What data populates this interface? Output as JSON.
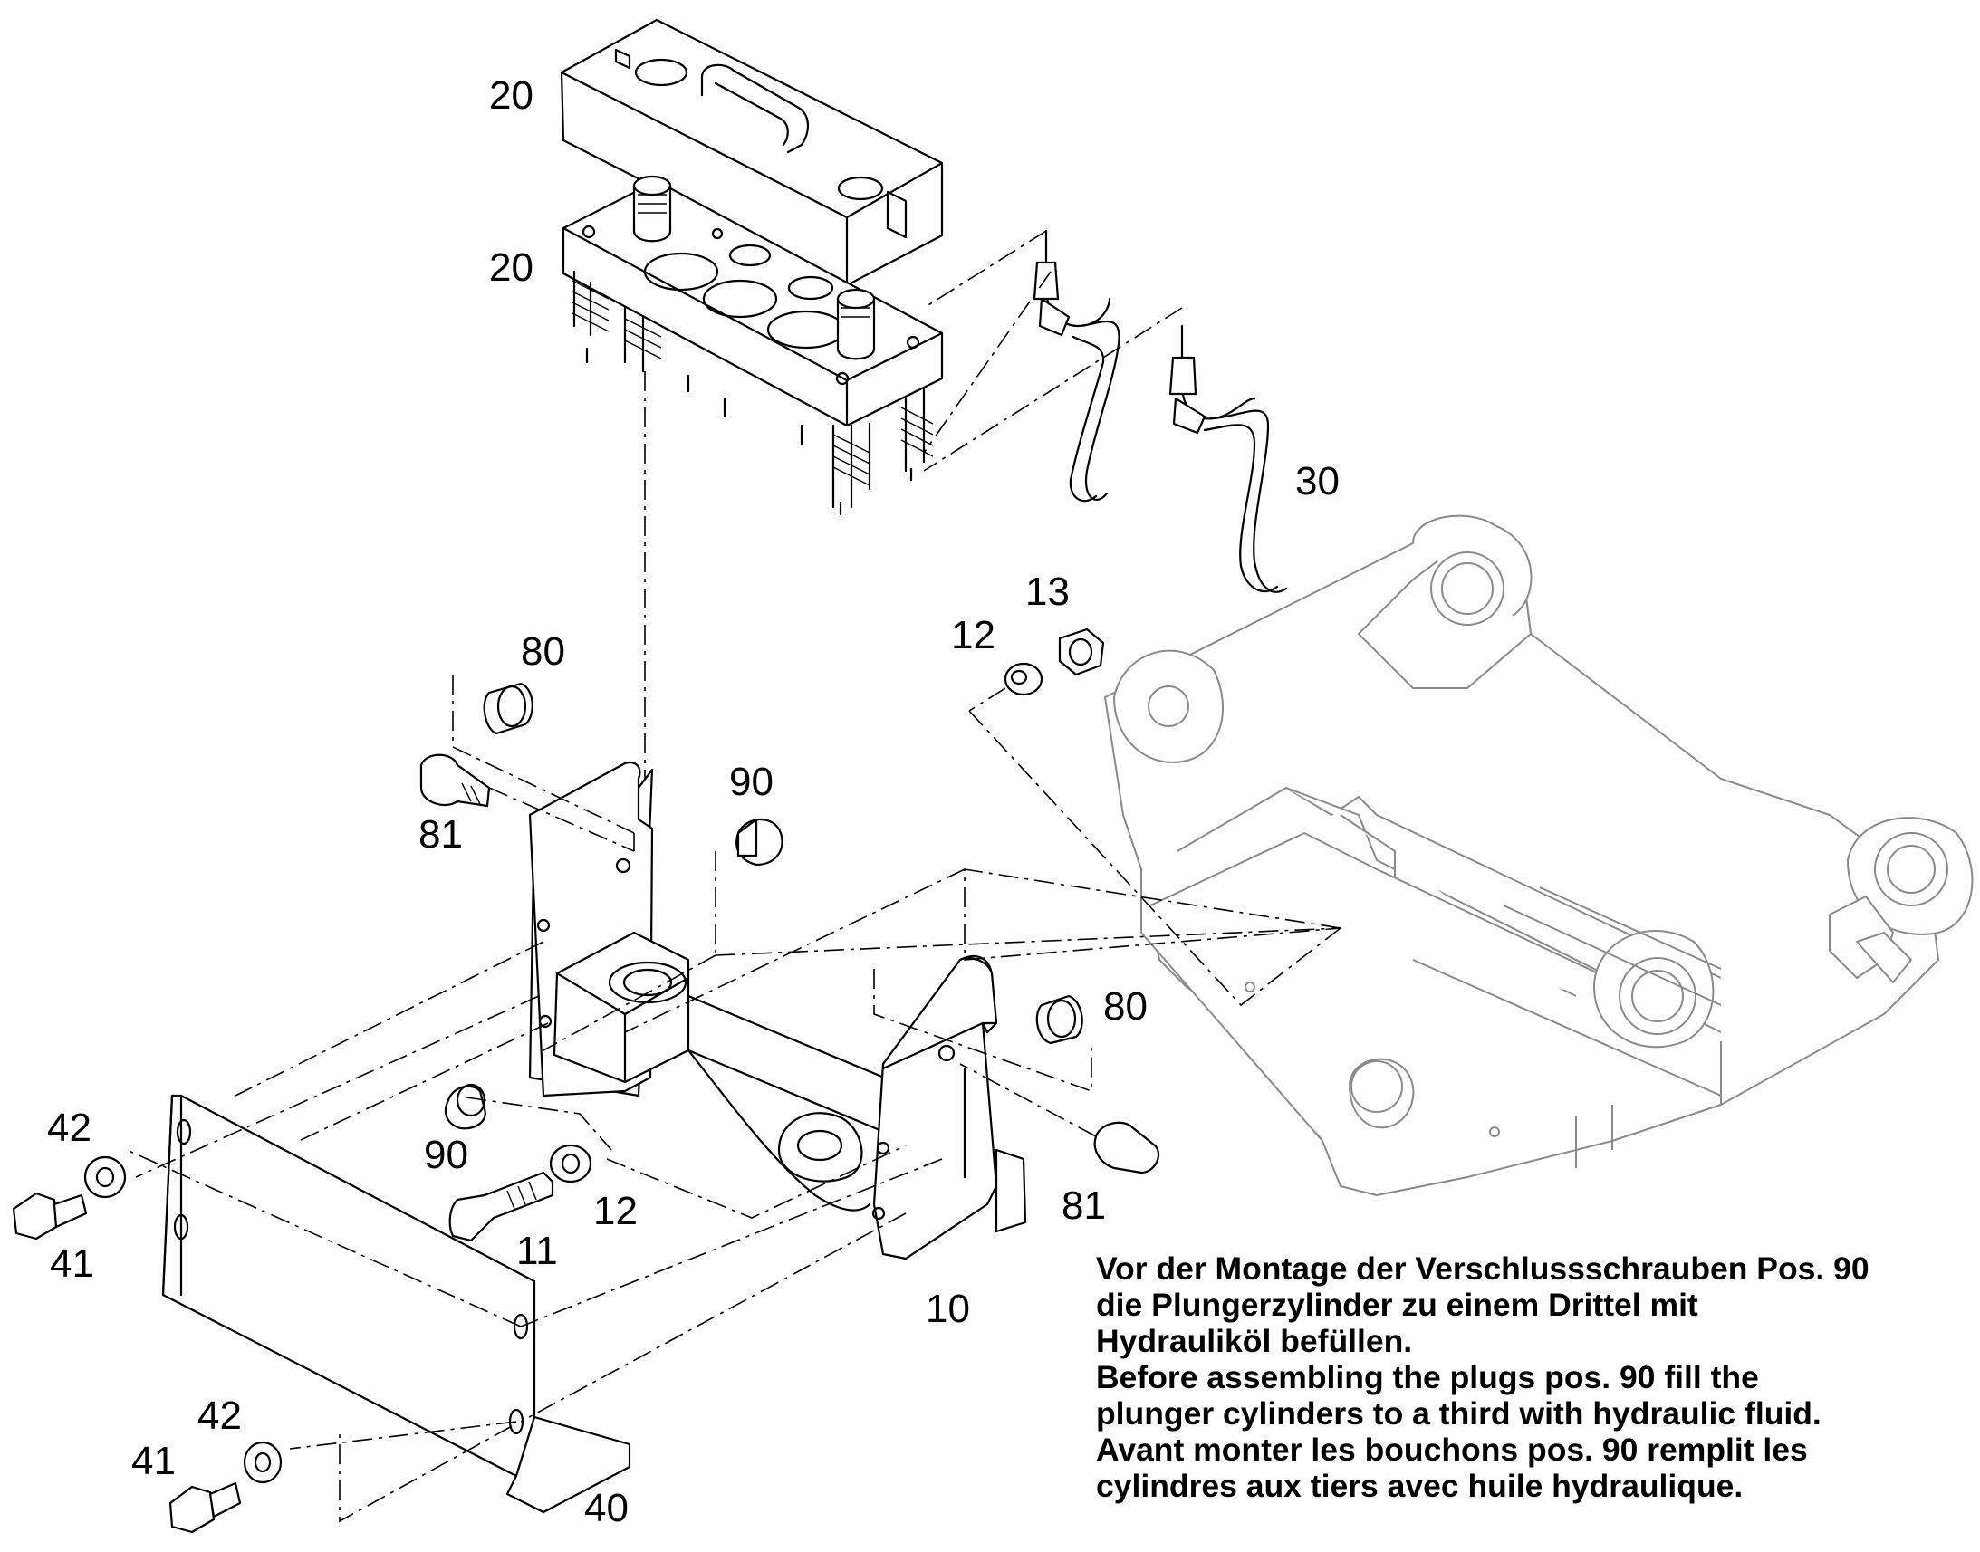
{
  "callouts": {
    "c20a": "20",
    "c20b": "20",
    "c30": "30",
    "c13": "13",
    "c12a": "12",
    "c80a": "80",
    "c81a": "81",
    "c90a": "90",
    "c80b": "80",
    "c42a": "42",
    "c90b": "90",
    "c12b": "12",
    "c41a": "41",
    "c11": "11",
    "c81b": "81",
    "c10": "10",
    "c42b": "42",
    "c41b": "41",
    "c40": "40"
  },
  "note": {
    "line1": "Vor der Montage der Verschlussschrauben Pos. 90",
    "line2": "die Plungerzylinder zu einem Drittel mit",
    "line3": "Hydrauliköl befüllen.",
    "line4": "Before assembling the plugs pos. 90 fill the",
    "line5": "plunger cylinders to a third with hydraulic fluid.",
    "line6": "Avant monter les bouchons pos. 90 remplit les",
    "line7": "cylindres aux tiers avec huile hydraulique."
  }
}
